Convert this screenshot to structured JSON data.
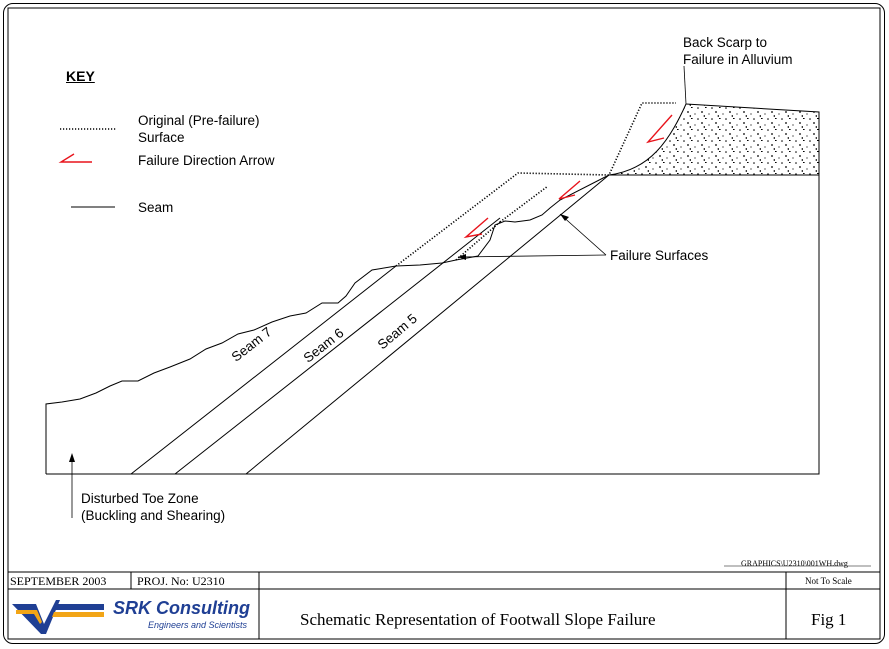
{
  "key": {
    "title": "KEY",
    "items": [
      {
        "icon": "dotted-line-icon",
        "label_line1": "Original (Pre-failure)",
        "label_line2": "Surface"
      },
      {
        "icon": "red-arrow-icon",
        "label": "Failure Direction Arrow"
      },
      {
        "icon": "solid-line-icon",
        "label": "Seam"
      }
    ]
  },
  "annotations": {
    "back_scarp_line1": "Back Scarp to",
    "back_scarp_line2": "Failure in Alluvium",
    "failure_surfaces": "Failure Surfaces",
    "toe_line1": "Disturbed Toe Zone",
    "toe_line2": "(Buckling and Shearing)",
    "seam7": "Seam 7",
    "seam6": "Seam 6",
    "seam5": "Seam 5"
  },
  "title_block": {
    "file_path": "GRAPHICS\\U2310\\001WH.dwg",
    "date": "SEPTEMBER 2003",
    "project": "PROJ. No: U2310",
    "scale": "Not To Scale",
    "company": "SRK Consulting",
    "company_sub": "Engineers and Scientists",
    "title": "Schematic Representation of Footwall Slope Failure",
    "figure": "Fig 1"
  },
  "colors": {
    "arrow": "#e8141c",
    "logo_orange": "#f2a516",
    "logo_blue": "#1f3f94"
  }
}
